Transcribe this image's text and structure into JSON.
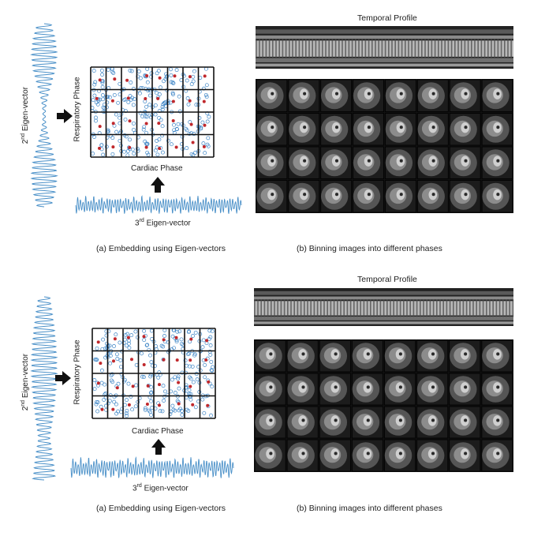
{
  "panels": [
    {
      "eigen2_label": "2",
      "eigen2_sup": "nd",
      "eigen2_rest": " Eigen-vector",
      "respiratory_label": "Respiratory Phase",
      "cardiac_label": "Cardiac Phase",
      "eigen3_label": "3",
      "eigen3_sup": "rd",
      "eigen3_rest": " Eigen-vector",
      "temporal_title": "Temporal Profile",
      "caption_a": "(a) Embedding using Eigen-vectors",
      "caption_b": "(b) Binning images into different phases"
    },
    {
      "eigen2_label": "2",
      "eigen2_sup": "nd",
      "eigen2_rest": " Eigen-vector",
      "respiratory_label": "Respiratory Phase",
      "cardiac_label": "Cardiac Phase",
      "eigen3_label": "3",
      "eigen3_sup": "rd",
      "eigen3_rest": " Eigen-vector",
      "temporal_title": "Temporal Profile",
      "caption_a": "(a) Embedding using Eigen-vectors",
      "caption_b": "(b) Binning images into different phases"
    }
  ],
  "colors": {
    "signal": "#4a90c8",
    "scatter": "#3f86c6",
    "centroid": "#c0282c",
    "grid": "#111111",
    "mri_bg": "#111111"
  },
  "grid_shape": {
    "rows": 4,
    "cols": 8
  },
  "image_grid_shape": {
    "rows": 4,
    "cols": 8
  }
}
